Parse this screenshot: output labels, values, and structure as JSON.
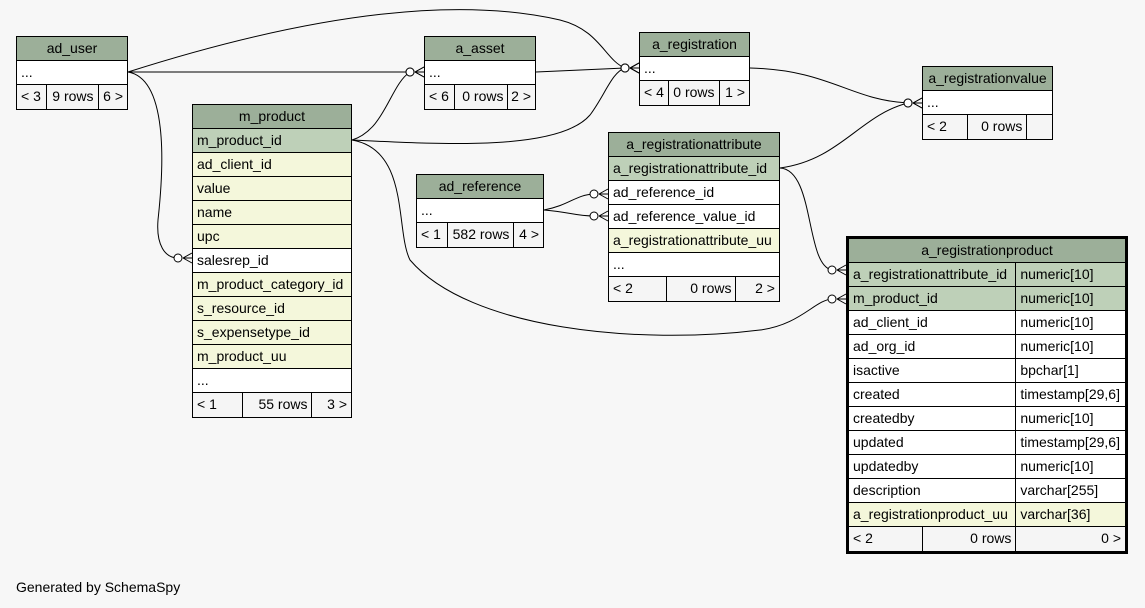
{
  "tables": {
    "ad_user": {
      "name": "ad_user",
      "rows": [
        {
          "kind": "plain",
          "cells": [
            "..."
          ]
        }
      ],
      "footer": [
        "< 3",
        "9 rows",
        "6 >"
      ]
    },
    "a_asset": {
      "name": "a_asset",
      "rows": [
        {
          "kind": "plain",
          "cells": [
            "..."
          ]
        }
      ],
      "footer": [
        "< 6",
        "0 rows",
        "2 >"
      ]
    },
    "a_registration": {
      "name": "a_registration",
      "rows": [
        {
          "kind": "plain",
          "cells": [
            "..."
          ]
        }
      ],
      "footer": [
        "< 4",
        "0 rows",
        "1 >"
      ]
    },
    "a_registrationvalue": {
      "name": "a_registrationvalue",
      "rows": [
        {
          "kind": "plain",
          "cells": [
            "..."
          ]
        }
      ],
      "footer": [
        "< 2",
        "0 rows",
        ""
      ]
    },
    "m_product": {
      "name": "m_product",
      "rows": [
        {
          "kind": "pk",
          "cells": [
            "m_product_id"
          ]
        },
        {
          "kind": "fk",
          "cells": [
            "ad_client_id"
          ]
        },
        {
          "kind": "fk",
          "cells": [
            "value"
          ]
        },
        {
          "kind": "fk",
          "cells": [
            "name"
          ]
        },
        {
          "kind": "fk",
          "cells": [
            "upc"
          ]
        },
        {
          "kind": "plain",
          "cells": [
            "salesrep_id"
          ]
        },
        {
          "kind": "fk",
          "cells": [
            "m_product_category_id"
          ]
        },
        {
          "kind": "fk",
          "cells": [
            "s_resource_id"
          ]
        },
        {
          "kind": "fk",
          "cells": [
            "s_expensetype_id"
          ]
        },
        {
          "kind": "fk",
          "cells": [
            "m_product_uu"
          ]
        },
        {
          "kind": "plain",
          "cells": [
            "..."
          ]
        }
      ],
      "footer": [
        "< 1",
        "55 rows",
        "3 >"
      ]
    },
    "ad_reference": {
      "name": "ad_reference",
      "rows": [
        {
          "kind": "plain",
          "cells": [
            "..."
          ]
        }
      ],
      "footer": [
        "< 1",
        "582 rows",
        "4 >"
      ]
    },
    "a_registrationattribute": {
      "name": "a_registrationattribute",
      "rows": [
        {
          "kind": "pk",
          "cells": [
            "a_registrationattribute_id"
          ]
        },
        {
          "kind": "plain",
          "cells": [
            "ad_reference_id"
          ]
        },
        {
          "kind": "plain",
          "cells": [
            "ad_reference_value_id"
          ]
        },
        {
          "kind": "fk",
          "cells": [
            "a_registrationattribute_uu"
          ]
        },
        {
          "kind": "plain",
          "cells": [
            "..."
          ]
        }
      ],
      "footer": [
        "< 2",
        "0 rows",
        "2 >"
      ]
    },
    "a_registrationproduct": {
      "name": "a_registrationproduct",
      "rows": [
        {
          "kind": "pk",
          "cells": [
            "a_registrationattribute_id",
            "numeric[10]"
          ]
        },
        {
          "kind": "pk",
          "cells": [
            "m_product_id",
            "numeric[10]"
          ]
        },
        {
          "kind": "plain",
          "cells": [
            "ad_client_id",
            "numeric[10]"
          ]
        },
        {
          "kind": "plain",
          "cells": [
            "ad_org_id",
            "numeric[10]"
          ]
        },
        {
          "kind": "plain",
          "cells": [
            "isactive",
            "bpchar[1]"
          ]
        },
        {
          "kind": "plain",
          "cells": [
            "created",
            "timestamp[29,6]"
          ]
        },
        {
          "kind": "plain",
          "cells": [
            "createdby",
            "numeric[10]"
          ]
        },
        {
          "kind": "plain",
          "cells": [
            "updated",
            "timestamp[29,6]"
          ]
        },
        {
          "kind": "plain",
          "cells": [
            "updatedby",
            "numeric[10]"
          ]
        },
        {
          "kind": "plain",
          "cells": [
            "description",
            "varchar[255]"
          ]
        },
        {
          "kind": "fk",
          "cells": [
            "a_registrationproduct_uu",
            "varchar[36]"
          ]
        }
      ],
      "footer": [
        "< 2",
        "0 rows",
        "0 >"
      ]
    }
  },
  "footer_note": "Generated by SchemaSpy"
}
